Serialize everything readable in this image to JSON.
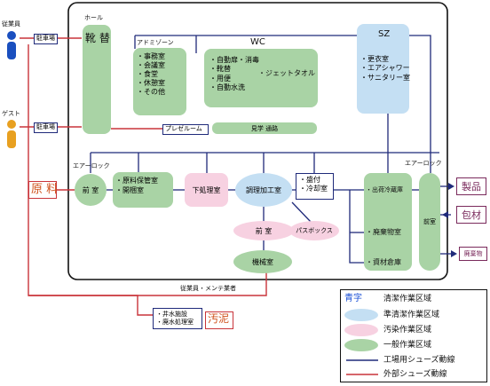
{
  "labels": {
    "employee": "従業員",
    "guest": "ゲスト",
    "parking": "駐車場",
    "hall": "ホール",
    "shoes_change": "靴 替",
    "admin_zone": "アドミゾーン",
    "admin_items": [
      "・事務室",
      "・会議室",
      "・食堂",
      "・休憩室",
      "・その他"
    ],
    "wc": "WC",
    "wc_items_left": [
      "・自動扉・消毒",
      "・靴替",
      "・用便",
      "・自動水洗"
    ],
    "wc_item_right": "・ジェットタオル",
    "sz": "SZ",
    "sz_items": [
      "・更衣室",
      "・エアシャワー",
      "・サニタリー室"
    ],
    "presentation_room": "プレゼルーム",
    "tour_passage": "見学 通路",
    "air_lock_left": "エアーロック",
    "air_lock_right": "エアーロック",
    "raw_material": "原 料",
    "front_room": "前 室",
    "raw_storage": [
      "・原料保管室",
      "・開梱室"
    ],
    "prep_room": "下処理室",
    "cooking_room": "調理加工室",
    "plating": [
      "・盛付",
      "・冷却室"
    ],
    "shipping_pre": "・出荷冷蔵庫",
    "waste_room": "・廃棄物室",
    "material_storage": "・資材倉庫",
    "front_room_vertical": "前室",
    "pass_box": "パスボックス",
    "front_room_2": "前 室",
    "machine_room": "機械室",
    "staff_maintenance": "従業員・メンテ業者",
    "well_facility": [
      "・井水施設",
      "・廃水処理室"
    ],
    "sludge": "汚泥",
    "product": "製品",
    "packaging": "包材",
    "waste": "廃棄物"
  },
  "legend": {
    "items": [
      {
        "key": "青字",
        "text": "清潔作業区域"
      },
      {
        "text": "準清潔作業区域"
      },
      {
        "text": "汚染作業区域"
      },
      {
        "text": "一般作業区域"
      },
      {
        "text": "工場用シューズ動線"
      },
      {
        "text": "外部シューズ動線"
      }
    ]
  },
  "colors": {
    "general_zone": "#a9d3a5",
    "semi_clean_zone": "#c4dff3",
    "contaminated_zone": "#f7d1e1",
    "factory_shoes_line": "#1f2a7a",
    "external_shoes_line": "#c9343a",
    "clean_text": "#1a4fd6",
    "output_box": "#7a2a5c",
    "raw_text": "#d0531e"
  }
}
